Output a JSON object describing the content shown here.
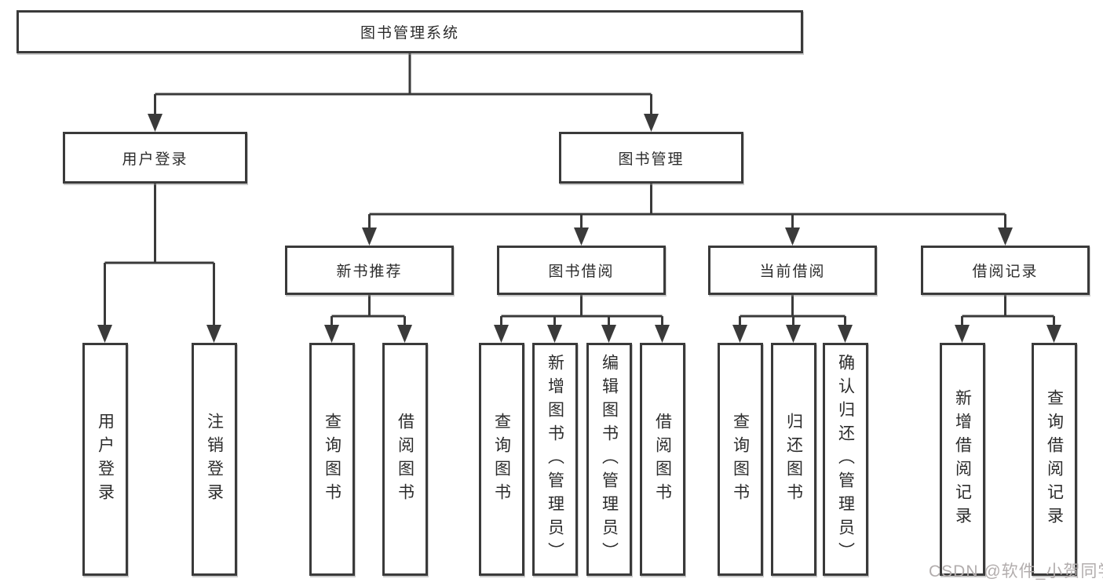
{
  "diagram": {
    "title": "图书管理系统",
    "level2": {
      "user_login": "用户登录",
      "book_mgmt": "图书管理"
    },
    "level3": {
      "new_books": "新书推荐",
      "book_borrow": "图书借阅",
      "current_borrow": "当前借阅",
      "borrow_records": "借阅记录"
    },
    "leaves": {
      "login": [
        "用户登录",
        "注销登录"
      ],
      "new_books": [
        "查询图书",
        "借阅图书"
      ],
      "book_borrow": [
        "查询图书",
        "新增图书（管理员）",
        "编辑图书（管理员）",
        "借阅图书"
      ],
      "current_borrow": [
        "查询图书",
        "归还图书",
        "确认归还（管理员）"
      ],
      "borrow_records": [
        "新增借阅记录",
        "查询借阅记录"
      ]
    },
    "watermark": "CSDN @软件_小贺同学",
    "colors": {
      "line": "#3a3a3a",
      "text": "#2c2c2c",
      "watermark": "#b2adad"
    }
  }
}
